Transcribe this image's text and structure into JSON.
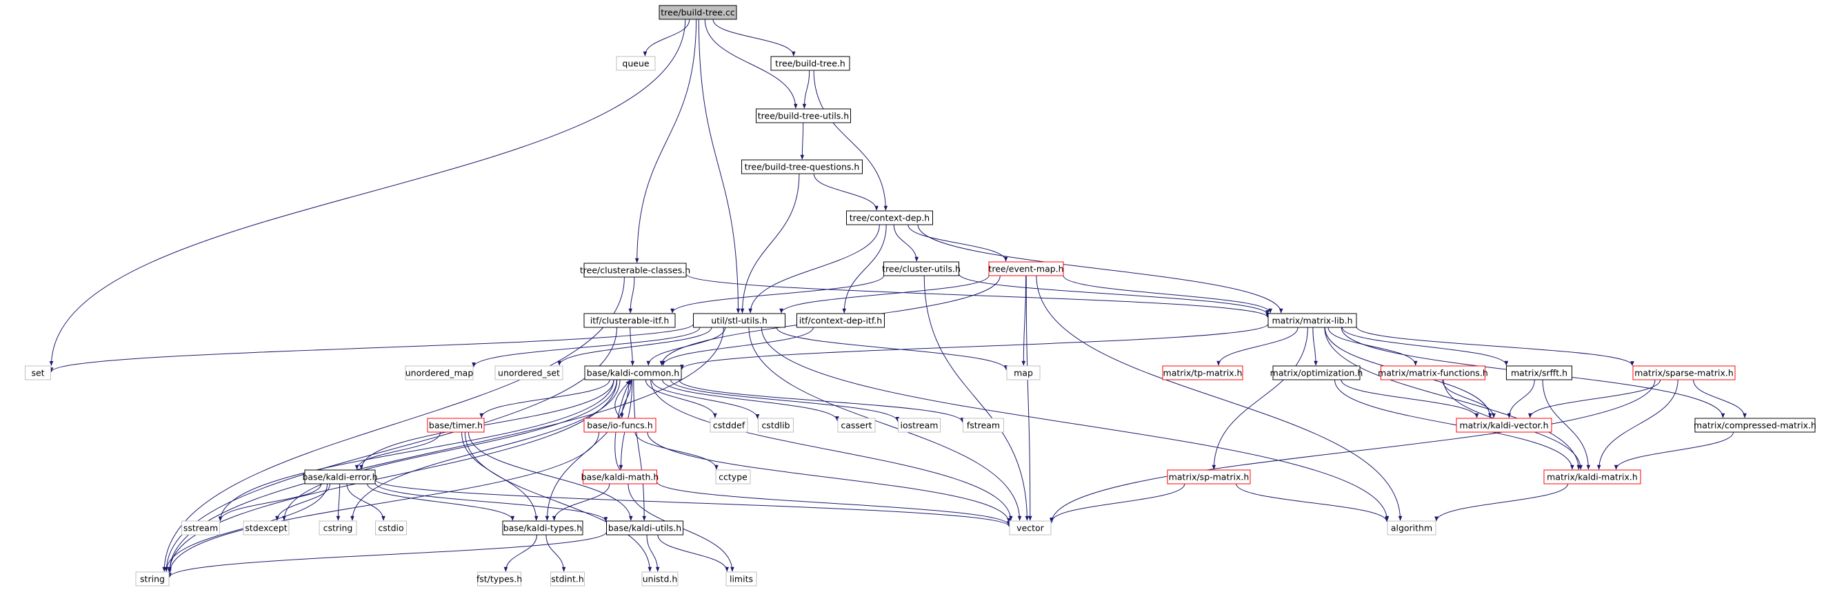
{
  "nodes": [
    {
      "id": "root",
      "label": "tree/build-tree.cc",
      "kind": "root"
    },
    {
      "id": "queue",
      "label": "queue",
      "kind": "std"
    },
    {
      "id": "bt_h",
      "label": "tree/build-tree.h",
      "kind": "local"
    },
    {
      "id": "btu",
      "label": "tree/build-tree-utils.h",
      "kind": "local"
    },
    {
      "id": "btq",
      "label": "tree/build-tree-questions.h",
      "kind": "local"
    },
    {
      "id": "cdep",
      "label": "tree/context-dep.h",
      "kind": "local"
    },
    {
      "id": "cc",
      "label": "tree/clusterable-classes.h",
      "kind": "local"
    },
    {
      "id": "cu",
      "label": "tree/cluster-utils.h",
      "kind": "local"
    },
    {
      "id": "em",
      "label": "tree/event-map.h",
      "kind": "truncated"
    },
    {
      "id": "itfc",
      "label": "itf/clusterable-itf.h",
      "kind": "local"
    },
    {
      "id": "stl",
      "label": "util/stl-utils.h",
      "kind": "local"
    },
    {
      "id": "cditf",
      "label": "itf/context-dep-itf.h",
      "kind": "local"
    },
    {
      "id": "mlib",
      "label": "matrix/matrix-lib.h",
      "kind": "local"
    },
    {
      "id": "set",
      "label": "set",
      "kind": "std"
    },
    {
      "id": "umap",
      "label": "unordered_map",
      "kind": "std"
    },
    {
      "id": "uset",
      "label": "unordered_set",
      "kind": "std"
    },
    {
      "id": "kcommon",
      "label": "base/kaldi-common.h",
      "kind": "local"
    },
    {
      "id": "map",
      "label": "map",
      "kind": "std"
    },
    {
      "id": "tp",
      "label": "matrix/tp-matrix.h",
      "kind": "truncated"
    },
    {
      "id": "opt",
      "label": "matrix/optimization.h",
      "kind": "local"
    },
    {
      "id": "mfun",
      "label": "matrix/matrix-functions.h",
      "kind": "truncated"
    },
    {
      "id": "srfft",
      "label": "matrix/srfft.h",
      "kind": "local"
    },
    {
      "id": "sparse",
      "label": "matrix/sparse-matrix.h",
      "kind": "truncated"
    },
    {
      "id": "timer",
      "label": "base/timer.h",
      "kind": "truncated"
    },
    {
      "id": "iof",
      "label": "base/io-funcs.h",
      "kind": "truncated"
    },
    {
      "id": "cstddef",
      "label": "cstddef",
      "kind": "std"
    },
    {
      "id": "cstdlib",
      "label": "cstdlib",
      "kind": "std"
    },
    {
      "id": "cassert",
      "label": "cassert",
      "kind": "std"
    },
    {
      "id": "iostream",
      "label": "iostream",
      "kind": "std"
    },
    {
      "id": "fstream",
      "label": "fstream",
      "kind": "std"
    },
    {
      "id": "kvec",
      "label": "matrix/kaldi-vector.h",
      "kind": "truncated"
    },
    {
      "id": "cmat",
      "label": "matrix/compressed-matrix.h",
      "kind": "local"
    },
    {
      "id": "kerr",
      "label": "base/kaldi-error.h",
      "kind": "local"
    },
    {
      "id": "kmath",
      "label": "base/kaldi-math.h",
      "kind": "truncated"
    },
    {
      "id": "cctype",
      "label": "cctype",
      "kind": "std"
    },
    {
      "id": "sp",
      "label": "matrix/sp-matrix.h",
      "kind": "truncated"
    },
    {
      "id": "kmat",
      "label": "matrix/kaldi-matrix.h",
      "kind": "truncated"
    },
    {
      "id": "sstream",
      "label": "sstream",
      "kind": "std"
    },
    {
      "id": "stdexcept",
      "label": "stdexcept",
      "kind": "std"
    },
    {
      "id": "cstring",
      "label": "cstring",
      "kind": "std"
    },
    {
      "id": "cstdio",
      "label": "cstdio",
      "kind": "std"
    },
    {
      "id": "ktypes",
      "label": "base/kaldi-types.h",
      "kind": "local"
    },
    {
      "id": "kutils",
      "label": "base/kaldi-utils.h",
      "kind": "local"
    },
    {
      "id": "vector",
      "label": "vector",
      "kind": "std"
    },
    {
      "id": "algorithm",
      "label": "algorithm",
      "kind": "std"
    },
    {
      "id": "string",
      "label": "string",
      "kind": "std"
    },
    {
      "id": "fsttypes",
      "label": "fst/types.h",
      "kind": "std"
    },
    {
      "id": "stdint",
      "label": "stdint.h",
      "kind": "std"
    },
    {
      "id": "unistd",
      "label": "unistd.h",
      "kind": "std"
    },
    {
      "id": "limits",
      "label": "limits",
      "kind": "std"
    }
  ],
  "edges": [
    [
      "root",
      "queue"
    ],
    [
      "root",
      "bt_h"
    ],
    [
      "root",
      "btu"
    ],
    [
      "root",
      "stl"
    ],
    [
      "root",
      "cc"
    ],
    [
      "root",
      "set"
    ],
    [
      "bt_h",
      "btu"
    ],
    [
      "bt_h",
      "cdep"
    ],
    [
      "btu",
      "btq"
    ],
    [
      "btq",
      "cdep"
    ],
    [
      "btq",
      "stl"
    ],
    [
      "cdep",
      "stl"
    ],
    [
      "cdep",
      "cu"
    ],
    [
      "cdep",
      "em"
    ],
    [
      "cdep",
      "cditf"
    ],
    [
      "cdep",
      "mlib"
    ],
    [
      "cc",
      "itfc"
    ],
    [
      "cc",
      "mlib"
    ],
    [
      "cc",
      "string"
    ],
    [
      "cu",
      "mlib"
    ],
    [
      "cu",
      "itfc"
    ],
    [
      "cu",
      "vector"
    ],
    [
      "em",
      "stl"
    ],
    [
      "em",
      "kcommon"
    ],
    [
      "em",
      "mlib"
    ],
    [
      "em",
      "map"
    ],
    [
      "em",
      "vector"
    ],
    [
      "em",
      "algorithm"
    ],
    [
      "itfc",
      "kcommon"
    ],
    [
      "itfc",
      "string"
    ],
    [
      "cditf",
      "kcommon"
    ],
    [
      "stl",
      "set"
    ],
    [
      "stl",
      "umap"
    ],
    [
      "stl",
      "uset"
    ],
    [
      "stl",
      "kcommon"
    ],
    [
      "stl",
      "map"
    ],
    [
      "stl",
      "vector"
    ],
    [
      "stl",
      "algorithm"
    ],
    [
      "stl",
      "string"
    ],
    [
      "mlib",
      "kcommon"
    ],
    [
      "mlib",
      "tp"
    ],
    [
      "mlib",
      "opt"
    ],
    [
      "mlib",
      "mfun"
    ],
    [
      "mlib",
      "srfft"
    ],
    [
      "mlib",
      "sparse"
    ],
    [
      "mlib",
      "kvec"
    ],
    [
      "mlib",
      "cmat"
    ],
    [
      "mlib",
      "sp"
    ],
    [
      "mlib",
      "kmat"
    ],
    [
      "opt",
      "kvec"
    ],
    [
      "opt",
      "kmat"
    ],
    [
      "mfun",
      "kvec"
    ],
    [
      "mfun",
      "kmat"
    ],
    [
      "srfft",
      "kvec"
    ],
    [
      "srfft",
      "kmat"
    ],
    [
      "sparse",
      "kvec"
    ],
    [
      "sparse",
      "kmat"
    ],
    [
      "sparse",
      "cmat"
    ],
    [
      "sparse",
      "vector"
    ],
    [
      "cmat",
      "kmat"
    ],
    [
      "sp",
      "vector"
    ],
    [
      "sp",
      "algorithm"
    ],
    [
      "kmat",
      "algorithm"
    ],
    [
      "kcommon",
      "timer"
    ],
    [
      "kcommon",
      "iof"
    ],
    [
      "kcommon",
      "cstddef"
    ],
    [
      "kcommon",
      "cstdlib"
    ],
    [
      "kcommon",
      "cassert"
    ],
    [
      "kcommon",
      "iostream"
    ],
    [
      "kcommon",
      "fstream"
    ],
    [
      "kcommon",
      "kerr"
    ],
    [
      "kcommon",
      "kmath"
    ],
    [
      "kcommon",
      "ktypes"
    ],
    [
      "kcommon",
      "kutils"
    ],
    [
      "kcommon",
      "sstream"
    ],
    [
      "kcommon",
      "stdexcept"
    ],
    [
      "kcommon",
      "cstring"
    ],
    [
      "kcommon",
      "string"
    ],
    [
      "kcommon",
      "vector"
    ],
    [
      "timer",
      "kerr"
    ],
    [
      "timer",
      "ktypes"
    ],
    [
      "timer",
      "kutils"
    ],
    [
      "timer",
      "unistd"
    ],
    [
      "iof",
      "kcommon"
    ],
    [
      "iof",
      "cctype"
    ],
    [
      "iof",
      "vector"
    ],
    [
      "iof",
      "string"
    ],
    [
      "kmath",
      "kcommon"
    ],
    [
      "kmath",
      "ktypes"
    ],
    [
      "kmath",
      "limits"
    ],
    [
      "kmath",
      "vector"
    ],
    [
      "kerr",
      "sstream"
    ],
    [
      "kerr",
      "stdexcept"
    ],
    [
      "kerr",
      "cstring"
    ],
    [
      "kerr",
      "cstdio"
    ],
    [
      "kerr",
      "ktypes"
    ],
    [
      "kerr",
      "kutils"
    ],
    [
      "kerr",
      "vector"
    ],
    [
      "kerr",
      "string"
    ],
    [
      "ktypes",
      "fsttypes"
    ],
    [
      "ktypes",
      "stdint"
    ],
    [
      "kutils",
      "string"
    ],
    [
      "kutils",
      "unistd"
    ],
    [
      "kutils",
      "limits"
    ]
  ],
  "colors": {
    "edge": "#191970",
    "root_fill": "#bfbfbf",
    "local_border": "#000000",
    "truncated_border": "#ff0000",
    "std_border": "#bfbfbf",
    "text": "#000000"
  }
}
